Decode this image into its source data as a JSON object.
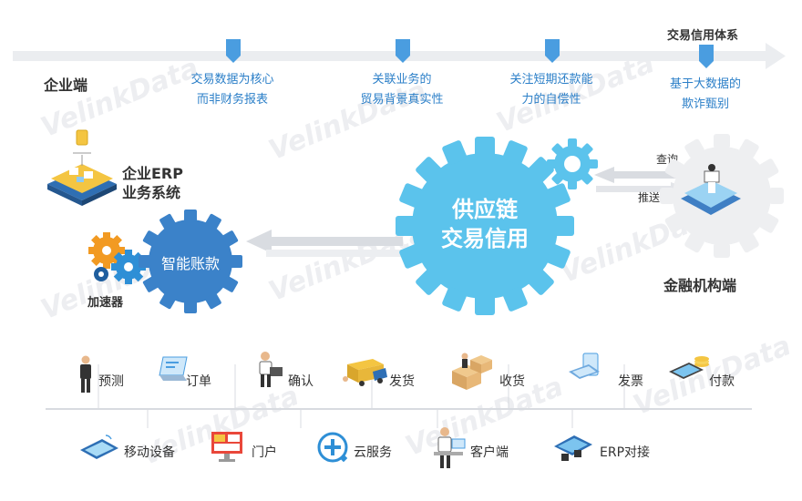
{
  "watermark": "VelinkData",
  "timeline": {
    "title": "交易信用体系",
    "left_label": "企业端",
    "points": [
      {
        "text": "交易数据为核心\n而非财务报表"
      },
      {
        "text": "关联业务的\n贸易背景真实性"
      },
      {
        "text": "关注短期还款能\n力的自偿性"
      },
      {
        "text": "基于大数据的\n欺诈甄别"
      }
    ]
  },
  "erp": {
    "label": "企业ERP\n业务系统"
  },
  "accelerator": {
    "label": "加速器"
  },
  "smart_gear": {
    "label": "智能账款"
  },
  "main_gear": {
    "label": "供应链\n交易信用"
  },
  "finance": {
    "label": "金融机构端",
    "query_label": "查询",
    "push_label": "推送"
  },
  "process_steps": [
    "预测",
    "订单",
    "确认",
    "发货",
    "收货",
    "发票",
    "付款"
  ],
  "services": [
    "移动设备",
    "门户",
    "云服务",
    "客户端",
    "ERP对接"
  ],
  "colors": {
    "accent": "#4a9de0",
    "gear_main": "#5bc3ec",
    "gear_dark": "#3b82c9",
    "text_blue": "#2b7fc8",
    "arrow_gray": "#d0d3d8"
  }
}
